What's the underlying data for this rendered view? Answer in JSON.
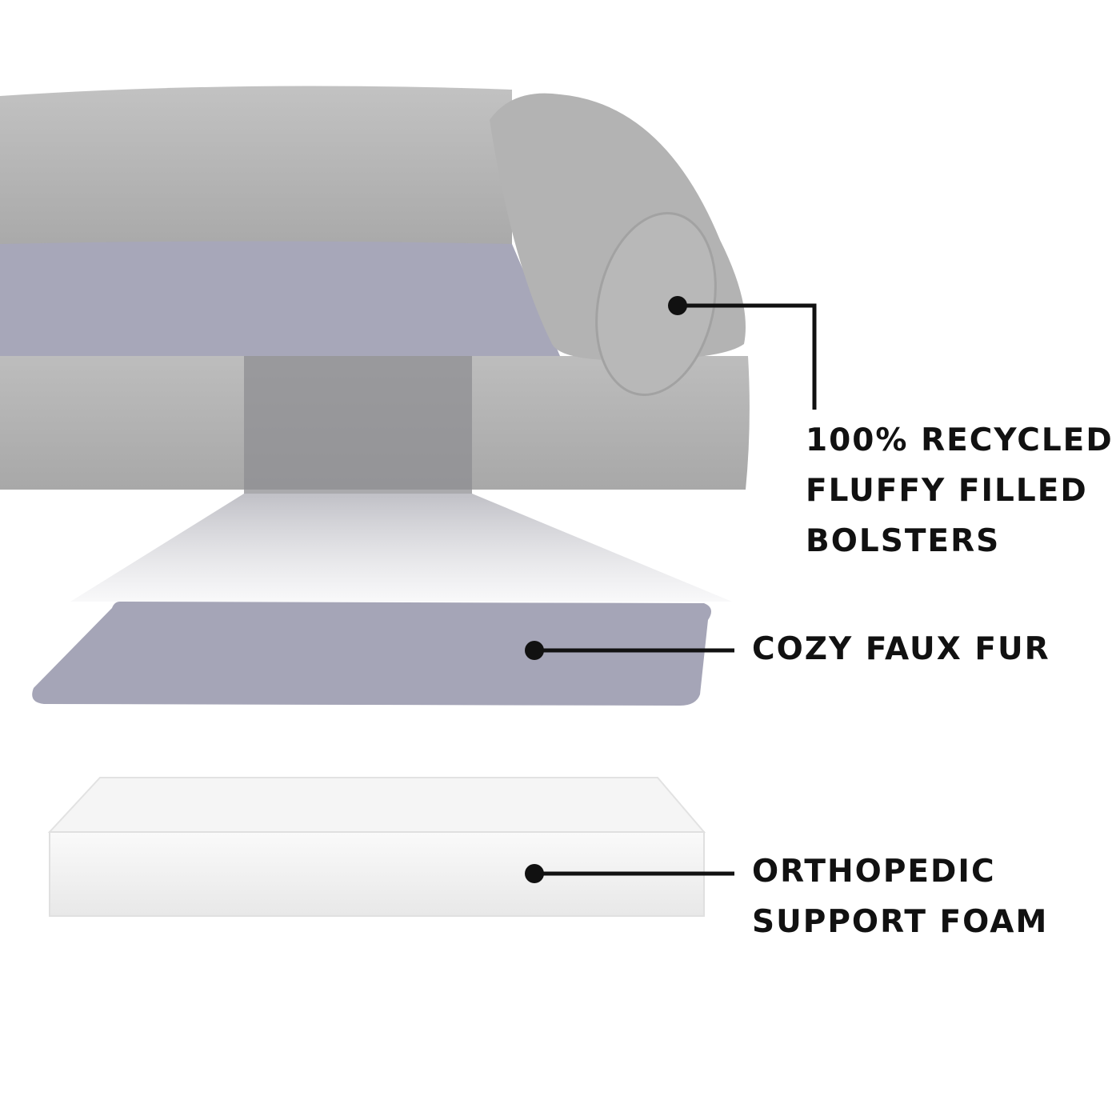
{
  "callouts": {
    "bolsters": {
      "lines": [
        "100% RECYCLED",
        "FLUFFY FILLED",
        "BOLSTERS"
      ]
    },
    "fur": {
      "lines": [
        "COZY FAUX FUR"
      ]
    },
    "foam": {
      "lines": [
        "ORTHOPEDIC",
        "SUPPORT FOAM"
      ]
    }
  },
  "colors": {
    "bolster_gray": "#b4b4b4",
    "fur_lavender": "#a6a6b8",
    "foam_white": "#f3f3f3",
    "callout_black": "#111111"
  }
}
